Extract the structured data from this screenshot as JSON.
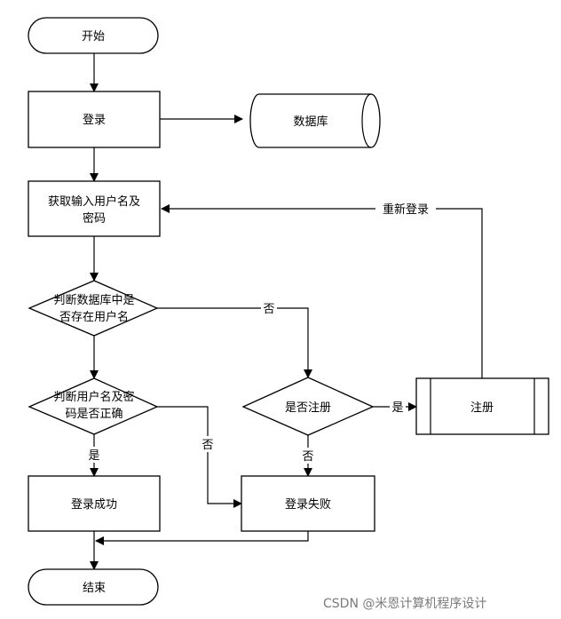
{
  "nodes": {
    "start": "开始",
    "login": "登录",
    "database": "数据库",
    "get_input_line1": "获取输入用户名及",
    "get_input_line2": "密码",
    "check_exists_line1": "判断数据库中是",
    "check_exists_line2": "否存在用户名",
    "check_correct_line1": "判断用户名及密",
    "check_correct_line2": "码是否正确",
    "is_registered": "是否注册",
    "register": "注册",
    "login_success": "登录成功",
    "login_fail": "登录失败",
    "end": "结束"
  },
  "edge_labels": {
    "relogin": "重新登录",
    "no_exists": "否",
    "yes_register": "是",
    "no_correct": "否",
    "yes_correct": "是",
    "no_register": "否"
  },
  "watermark": "CSDN @米恩计算机程序设计"
}
